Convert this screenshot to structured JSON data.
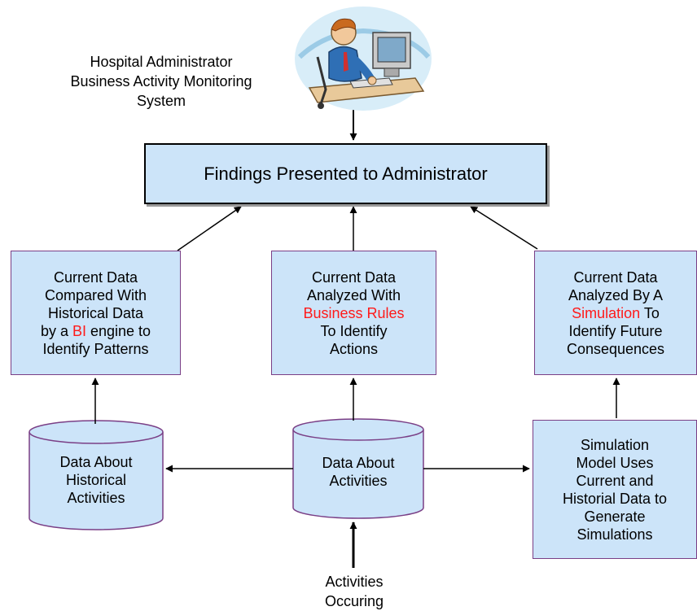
{
  "title": {
    "line1": "Hospital Administrator",
    "line2": "Business Activity Monitoring",
    "line3": "System"
  },
  "icon": {
    "name": "person-at-computer-icon"
  },
  "findings": {
    "text": "Findings Presented to Administrator"
  },
  "bi_box": {
    "line1": "Current Data",
    "line2": "Compared With",
    "line3": "Historical Data",
    "line4_pre": "by a ",
    "line4_hl": "BI",
    "line4_post": " engine to",
    "line5": "Identify Patterns"
  },
  "rules_box": {
    "line1": "Current Data",
    "line2": "Analyzed With",
    "line3_hl": "Business Rules",
    "line4": "To Identify",
    "line5": "Actions"
  },
  "sim_box": {
    "line1": "Current Data",
    "line2": "Analyzed By A",
    "line3_hl": "Simulation",
    "line3_post": " To",
    "line4": "Identify Future",
    "line5": "Consequences"
  },
  "historical_cylinder": {
    "line1": "Data About",
    "line2": "Historical",
    "line3": "Activities"
  },
  "activities_cylinder": {
    "line1": "Data About",
    "line2": "Activities"
  },
  "model_box": {
    "line1": "Simulation",
    "line2": "Model Uses",
    "line3": "Current and",
    "line4": "Historial Data to",
    "line5": "Generate",
    "line6": "Simulations"
  },
  "bottom_label": {
    "line1": "Activities",
    "line2": "Occuring"
  },
  "colors": {
    "box_fill": "#cce4f9",
    "box_border": "#7a3f86",
    "highlight": "#ff1a1a",
    "arrow": "#000000"
  }
}
